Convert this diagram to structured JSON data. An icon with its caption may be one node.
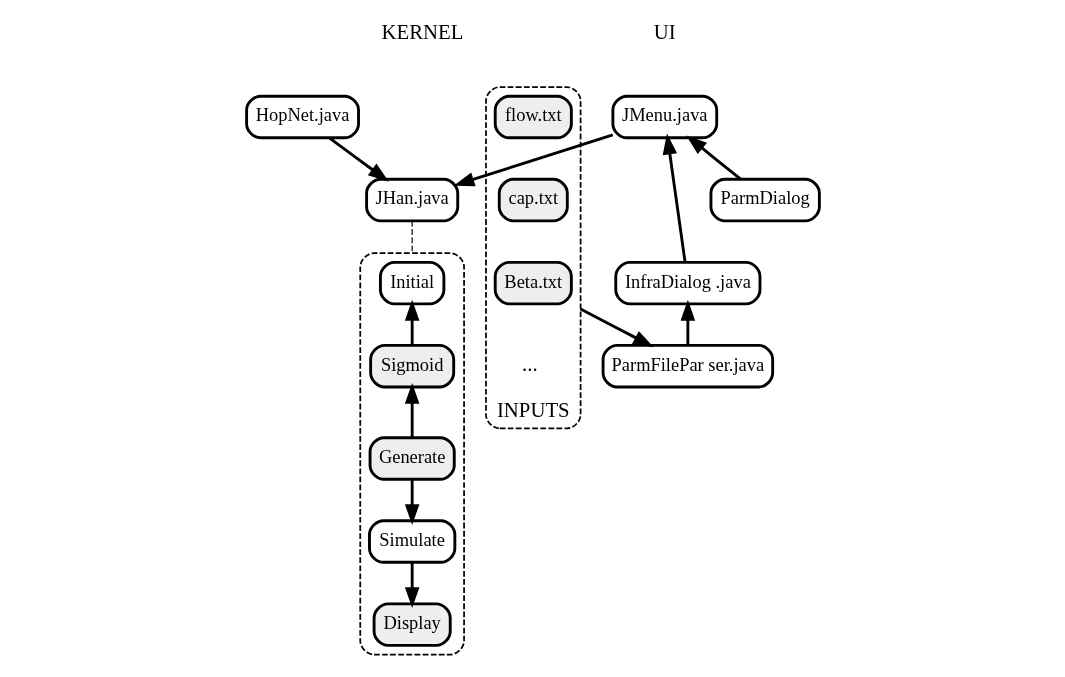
{
  "diagram": {
    "nodes": [
      {
        "text": [
          "JMenu.java"
        ]
      },
      {
        "text": [
          "JHan.java"
        ]
      },
      {
        "text": [
          "HopNet.java"
        ]
      },
      {
        "text": [
          "ParmDialog"
        ]
      },
      {
        "text": [
          "INPUTS"
        ]
      },
      {
        "text": [
          "flow.txt"
        ],
        "in": 4
      },
      {
        "text": [
          "cap.txt"
        ],
        "in": 4
      },
      {
        "text": [
          "Beta.txt"
        ],
        "in": 4
      },
      {
        "text": [],
        "shape": "box"
      },
      {
        "text": [
          "Initial"
        ],
        "in": 8
      },
      {
        "text": [
          "Sigmoid"
        ],
        "in": 8
      },
      {
        "text": [
          "InfraDialog .java"
        ]
      },
      {
        "text": [
          "Generate"
        ],
        "in": 8
      },
      {
        "text": [
          "Simulate"
        ],
        "in": 8
      },
      {
        "text": [
          "Display"
        ],
        "in": 8
      },
      {
        "text": [
          "ParmFilePar ser.java"
        ]
      }
    ],
    "edges": [
      {
        "from": 0,
        "to": 1,
        "arrow": "to"
      },
      {
        "from": 2,
        "to": 1,
        "arrow": "to"
      },
      {
        "from": 3,
        "to": 0,
        "arrow": "to"
      },
      {
        "from": 11,
        "to": 0,
        "arrow": "to"
      },
      {
        "from": 1,
        "to": 8,
        "arrow": "none",
        "style": "dashed"
      },
      {
        "from": 10,
        "to": 9,
        "arrow": "to"
      },
      {
        "from": 12,
        "to": 10,
        "arrow": "to"
      },
      {
        "from": 12,
        "to": 13,
        "arrow": "to"
      },
      {
        "from": 13,
        "to": 14,
        "arrow": "to"
      },
      {
        "from": 15,
        "to": 11,
        "arrow": "to"
      },
      {
        "from": 4,
        "to": 15,
        "arrow": "to"
      }
    ],
    "labels": [
      "UI",
      "KERNEL",
      "..."
    ]
  }
}
